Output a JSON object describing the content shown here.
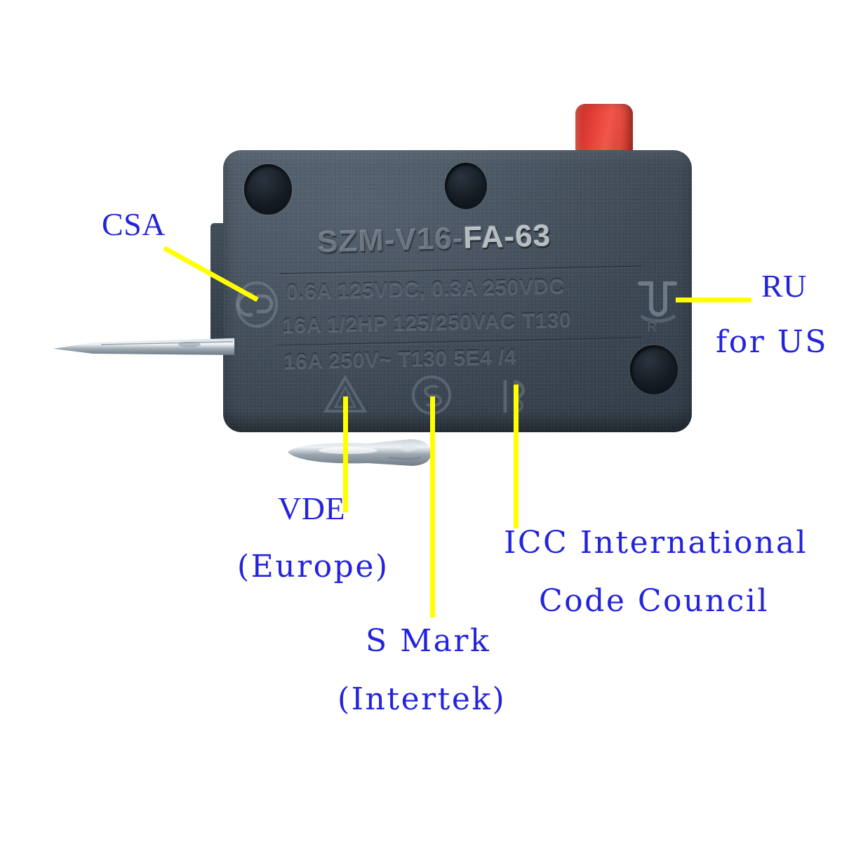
{
  "scene": {
    "subject": "microswitch with certification mark callouts",
    "background_color": "#ffffff",
    "annotation_color": "#2323dd",
    "leader_color": "#ffff00",
    "body_color": "#3f4b57",
    "plunger_color": "#e8433a",
    "terminal_color": "#b9c3cb"
  },
  "device": {
    "model_prefix": "SZM-V16",
    "model_separator": "-",
    "model_suffix": "FA-63",
    "model_full": "SZM-V16-FA-63",
    "ratings": [
      "0.6A 125VDC, 0.3A 250VDC",
      "16A 1/2HP 125/250VAC T130",
      "16A   250V~ T130 5E4 /4"
    ],
    "marks": {
      "csa": "CSA",
      "ru": "RU",
      "vde": "VDE",
      "s_mark": "S",
      "icc": "ICC"
    }
  },
  "annotations": [
    {
      "id": "csa",
      "label_line1": "CSA",
      "label_line2": "",
      "leader_type": "diagonal"
    },
    {
      "id": "ru",
      "label_line1": "RU",
      "label_line2": "for US",
      "leader_type": "horizontal"
    },
    {
      "id": "vde",
      "label_line1": "VDE",
      "label_line2": "(Europe)",
      "leader_type": "vertical"
    },
    {
      "id": "s-mark",
      "label_line1": "S Mark",
      "label_line2": "(Intertek)",
      "leader_type": "vertical"
    },
    {
      "id": "icc",
      "label_line1": "ICC International",
      "label_line2": "Code Council",
      "leader_type": "vertical"
    }
  ]
}
